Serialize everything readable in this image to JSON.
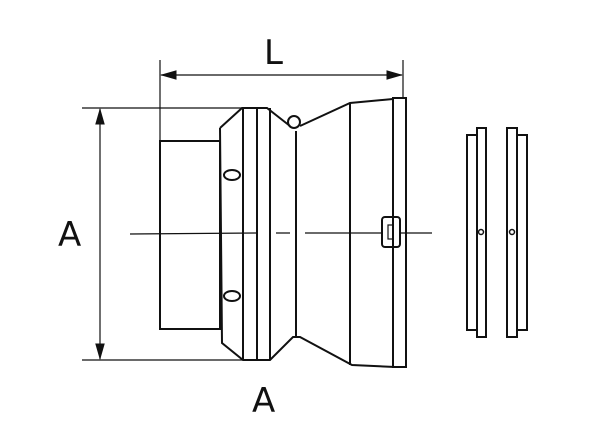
{
  "drawing": {
    "dimension_length_label": "L",
    "dimension_diameter_label": "A",
    "bottom_label": "A",
    "line_color": "#111111",
    "background_color": "#ffffff"
  }
}
